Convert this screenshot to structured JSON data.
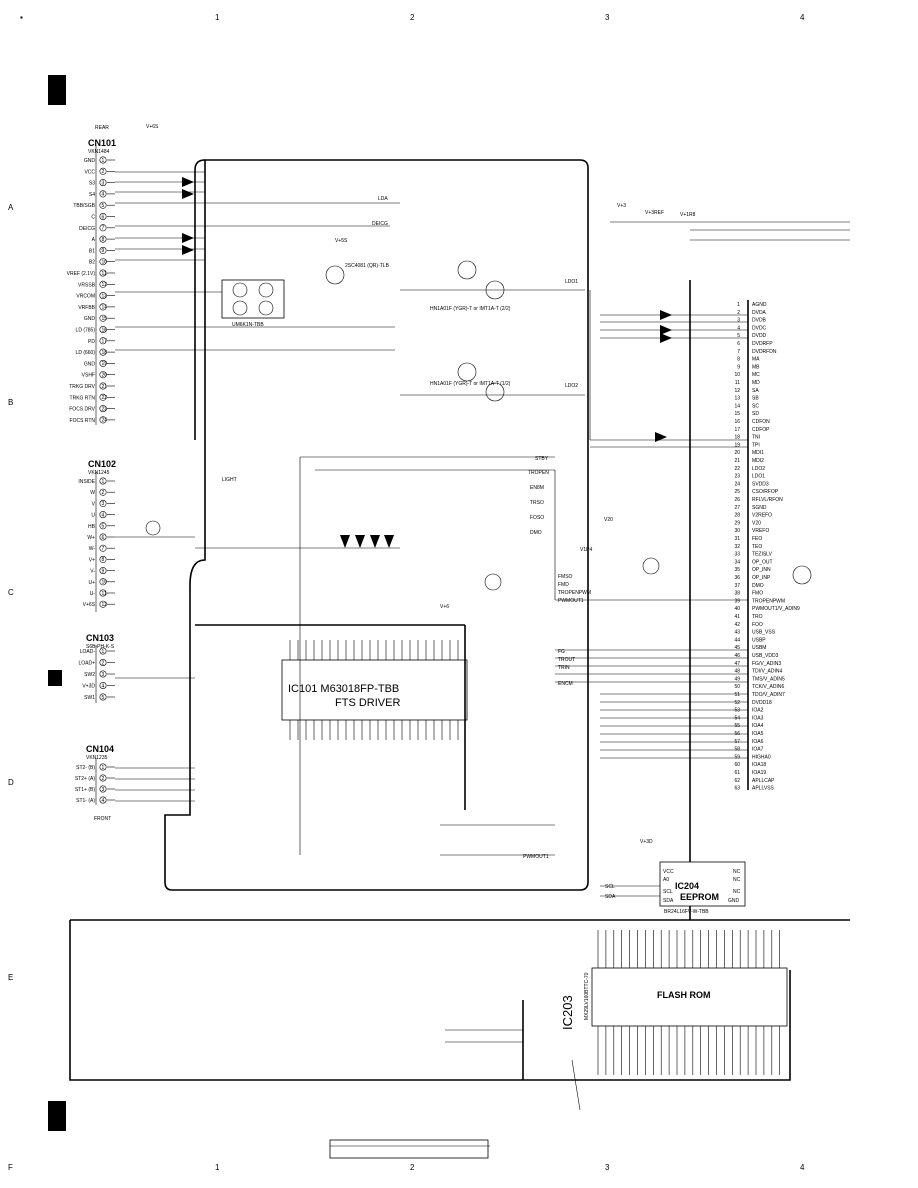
{
  "frame": {
    "edge_marks_top": [
      "1",
      "2",
      "3",
      "4"
    ],
    "edge_marks_bottom": [
      "1",
      "2",
      "3",
      "4"
    ],
    "row_marks": [
      "A",
      "B",
      "C",
      "D",
      "E",
      "F"
    ],
    "block_label": "C"
  },
  "connectors": {
    "cn101": {
      "name": "CN101",
      "part": "VKN1484",
      "side_label": "REAR",
      "pins": [
        "GND",
        "VCC",
        "S3",
        "S4",
        "TBB/SGB",
        "C",
        "DEICG",
        "A",
        "B1",
        "B2",
        "VREF (2.1V)",
        "VRSSB",
        "VRCOM",
        "VRFBB",
        "GND",
        "LD (785)",
        "PD",
        "LD (660)",
        "GND",
        "VSHF",
        "TRKG DRV",
        "TRKG RTN",
        "FOCS DRV",
        "FOCS RTN"
      ]
    },
    "cn102": {
      "name": "CN102",
      "part": "VKN1245",
      "pins": [
        "INSIDE",
        "W",
        "V",
        "U",
        "HB",
        "W+",
        "W-",
        "V+",
        "V-",
        "U+",
        "U-",
        "V+6S"
      ]
    },
    "cn103": {
      "name": "CN103",
      "part": "S6B-PH-K-S",
      "pins": [
        "LOAD-",
        "LOAD+",
        "SW2",
        "V+3D",
        "SW1"
      ]
    },
    "cn104": {
      "name": "CN104",
      "part": "VKN1235",
      "pins": [
        "ST2- (B)",
        "ST2+ (A)",
        "ST1+ (B)",
        "ST1- (A)"
      ],
      "front_label": "FRONT"
    }
  },
  "ic101": {
    "ref": "IC101 M63018FP-TBB",
    "title": "FTS DRIVER"
  },
  "ic204": {
    "ref": "IC204",
    "title": "EEPROM",
    "part": "BR24L16FV-W-TBB",
    "pins_left": [
      "VCC",
      "A0",
      "SCL",
      "SDA"
    ],
    "pins_right": [
      "NC",
      "NC",
      "NC",
      "GND"
    ]
  },
  "ic203": {
    "ref": "IC203",
    "title": "FLASH ROM",
    "part": "MX29LV160BTTC-70"
  },
  "labels": {
    "rails": [
      "V+6S",
      "V+3",
      "V+3D",
      "V+1R8",
      "V+6",
      "V+5S",
      "V+3REF",
      "V1P4",
      "V20"
    ],
    "transistors": [
      "UM6K1N-TBB",
      "2SC4081 (QR)-TLB",
      "HN1A01F (YGR)-T or IMT1A-T (2/2)",
      "HN1A01F (YGR)-T or IMT1A-T (1/2)"
    ],
    "nets": [
      "LDA",
      "DEICG",
      "LDO1",
      "LDO2",
      "LIGHT",
      "STBY",
      "TROPEN",
      "EN8M",
      "TRSO",
      "FOSO",
      "DMO",
      "FMSO",
      "FMD",
      "TROPENPWM",
      "PWMOUT1",
      "SCL",
      "SDA",
      "FG",
      "TROUT",
      "TRIN",
      "ENCM",
      "PWMOUT1"
    ]
  },
  "ic_pins": {
    "right_bus": [
      "AGND",
      "DVDA",
      "DVDB",
      "DVDC",
      "DVDD",
      "DVDRFP",
      "DVDRFDN",
      "MA",
      "MB",
      "MC",
      "MD",
      "SA",
      "SB",
      "SC",
      "SD",
      "CDFON",
      "CDFOP",
      "TNI",
      "TPI",
      "MDI1",
      "MDI2",
      "LDO2",
      "LDO1",
      "SVDD3",
      "CSO/RFOP",
      "RFLVL/RFON",
      "SGND",
      "V2REFO",
      "V20",
      "VREFO",
      "FEO",
      "TEO",
      "TEZISLV",
      "OP_OUT",
      "OP_INN",
      "OP_INP",
      "DMO",
      "FMO",
      "TROPENPWM",
      "PWMOUT1/V_ADIN9",
      "TRO",
      "FOO",
      "USB_VSS",
      "USBP",
      "USBM",
      "USB_VDD3",
      "FG/V_ADIN3",
      "TDI/V_ADIN4",
      "TMS/V_ADIN5",
      "TCK/V_ADIN6",
      "TDO/V_ADIN7",
      "DVDD18",
      "IOA2",
      "IOA3",
      "IOA4",
      "IOA5",
      "IOA6",
      "IOA7",
      "HIGHA0",
      "IOA18",
      "IOA19",
      "APLLCAP",
      "APLLVSS"
    ]
  },
  "footer": {
    "box_text": ""
  }
}
